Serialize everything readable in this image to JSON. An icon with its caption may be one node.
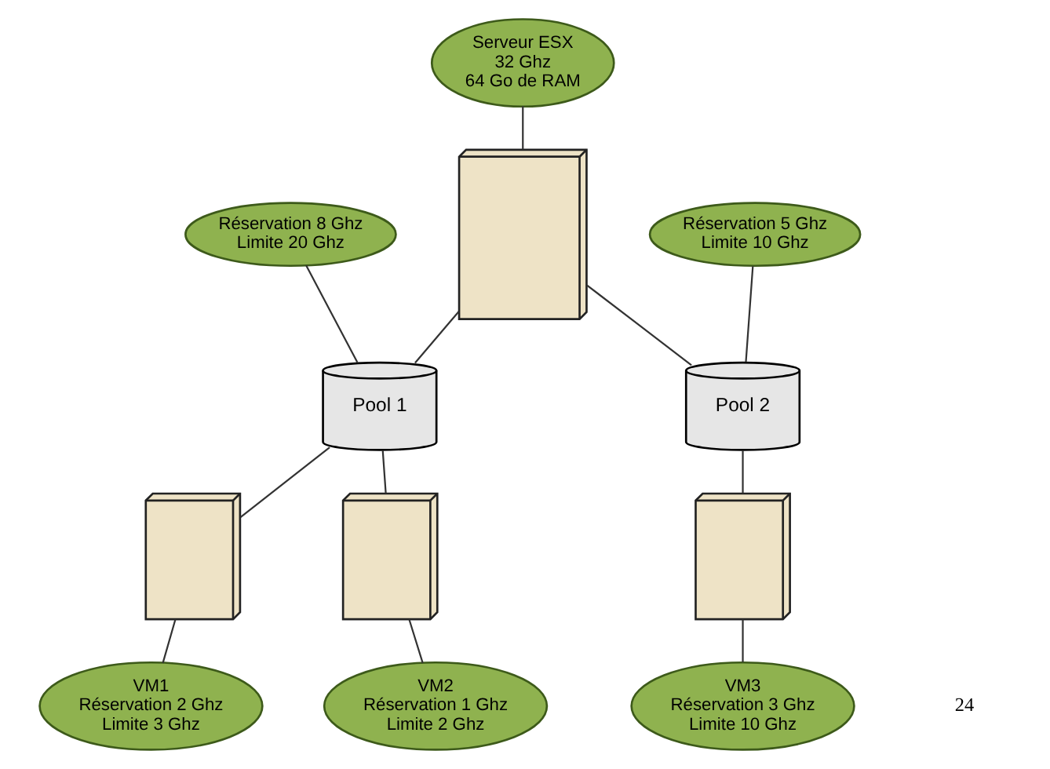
{
  "diagram": {
    "nodes": [
      {
        "text": [
          "Serveur ESX",
          "32 Ghz",
          "64 Go de RAM"
        ]
      },
      {
        "text": [],
        "shape": "picture"
      },
      {
        "text": [
          "Réservation 8 Ghz",
          "Limite 20 Ghz"
        ]
      },
      {
        "text": [
          "Réservation 5 Ghz",
          "Limite 10 Ghz"
        ]
      },
      {
        "text": [
          "Pool 1"
        ]
      },
      {
        "text": [
          "Pool 2"
        ]
      },
      {
        "text": [],
        "shape": "picture"
      },
      {
        "text": [],
        "shape": "picture"
      },
      {
        "text": [],
        "shape": "picture"
      },
      {
        "text": [
          "VM1",
          "Réservation 2 Ghz",
          "Limite 3 Ghz"
        ]
      },
      {
        "text": [
          "VM2",
          "Réservation 1 Ghz",
          "Limite 2 Ghz"
        ]
      },
      {
        "text": [
          "VM3",
          "Réservation 3 Ghz",
          "Limite 10 Ghz"
        ]
      }
    ],
    "edges": [
      {
        "from": 0,
        "to": 1,
        "arrow": "none"
      },
      {
        "from": 1,
        "to": 4,
        "arrow": "none"
      },
      {
        "from": 1,
        "to": 5,
        "arrow": "none"
      },
      {
        "from": 2,
        "to": 4,
        "arrow": "none"
      },
      {
        "from": 3,
        "to": 5,
        "arrow": "none"
      },
      {
        "from": 4,
        "to": 6,
        "arrow": "none"
      },
      {
        "from": 4,
        "to": 7,
        "arrow": "none"
      },
      {
        "from": 5,
        "to": 8,
        "arrow": "none"
      },
      {
        "from": 6,
        "to": 9,
        "arrow": "none"
      },
      {
        "from": 7,
        "to": 10,
        "arrow": "none"
      },
      {
        "from": 8,
        "to": 11,
        "arrow": "none"
      }
    ],
    "labels": [
      "24"
    ]
  }
}
